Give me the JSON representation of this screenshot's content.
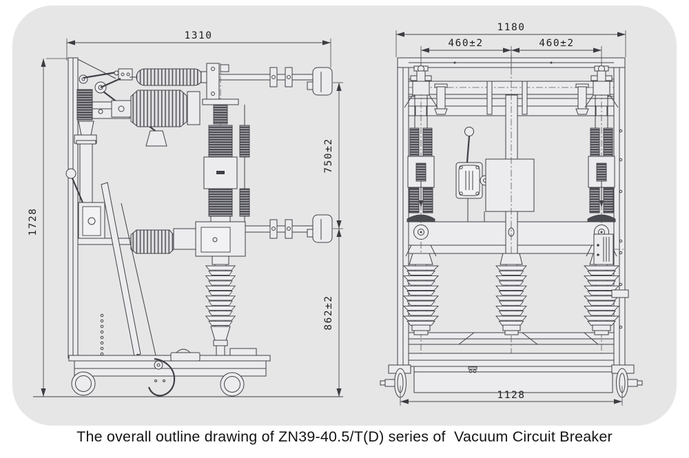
{
  "caption": "The overall outline drawing of ZN39-40.5/T(D) series of  Vacuum Circuit Breaker",
  "side_view": {
    "dim_width_top": "1310",
    "dim_height_overall": "1728",
    "dim_upper_terminal_height": "750±2",
    "dim_lower_terminal_height": "862±2"
  },
  "front_view": {
    "dim_width_top": "1180",
    "dim_phase_spacing_left": "460±2",
    "dim_phase_spacing_right": "460±2",
    "dim_wheel_base": "1128"
  },
  "colors": {
    "panel_bg": "#e6e6e6",
    "line": "#3f3f46",
    "page_bg": "#ffffff"
  }
}
